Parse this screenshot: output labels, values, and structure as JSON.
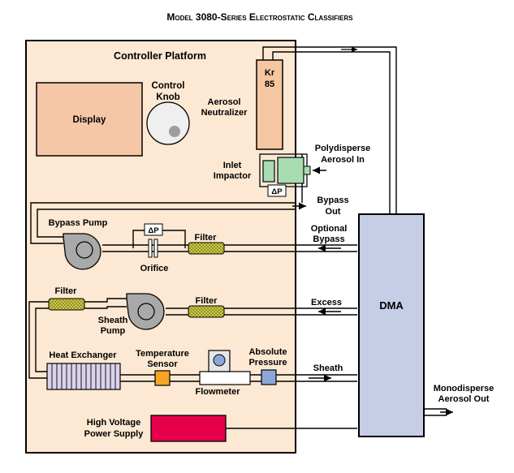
{
  "title": "Model 3080-Series Electrostatic Classifiers",
  "platform": {
    "label": "Controller Platform"
  },
  "components": {
    "display": "Display",
    "control_knob": [
      "Control",
      "Knob"
    ],
    "kr85": [
      "Kr",
      "85"
    ],
    "aerosol_neutralizer": [
      "Aerosol",
      "Neutralizer"
    ],
    "inlet_impactor": [
      "Inlet",
      "Impactor"
    ],
    "delta_p": "ΔP",
    "bypass_pump": "Bypass Pump",
    "orifice": "Orifice",
    "filter": "Filter",
    "sheath_pump": [
      "Sheath",
      "Pump"
    ],
    "heat_exchanger": "Heat Exchanger",
    "temperature_sensor": [
      "Temperature",
      "Sensor"
    ],
    "flowmeter": "Flowmeter",
    "absolute_pressure": [
      "Absolute",
      "Pressure"
    ],
    "high_voltage": [
      "High Voltage",
      "Power Supply"
    ],
    "dma": "DMA"
  },
  "flows": {
    "polydisperse_in": [
      "Polydisperse",
      "Aerosol In"
    ],
    "bypass_out": [
      "Bypass",
      "Out"
    ],
    "optional_bypass": [
      "Optional",
      "Bypass"
    ],
    "excess": "Excess",
    "sheath": "Sheath",
    "monodisperse_out": [
      "Monodisperse",
      "Aerosol Out"
    ]
  },
  "colors": {
    "platform_fill": "#fde9d3",
    "display_fill": "#f6c7a6",
    "neutralizer_fill": "#f6c6a0",
    "impactor_fill": "#a9dcb1",
    "dma_fill": "#c6cde6",
    "pump_fill": "#a9a9a9",
    "filter_fill": "#d8d246",
    "temp_sensor_fill": "#f5a623",
    "pressure_fill": "#8ea6d6",
    "hv_fill": "#e6004c",
    "heat_exchanger_fill": "#dcd2ec"
  }
}
